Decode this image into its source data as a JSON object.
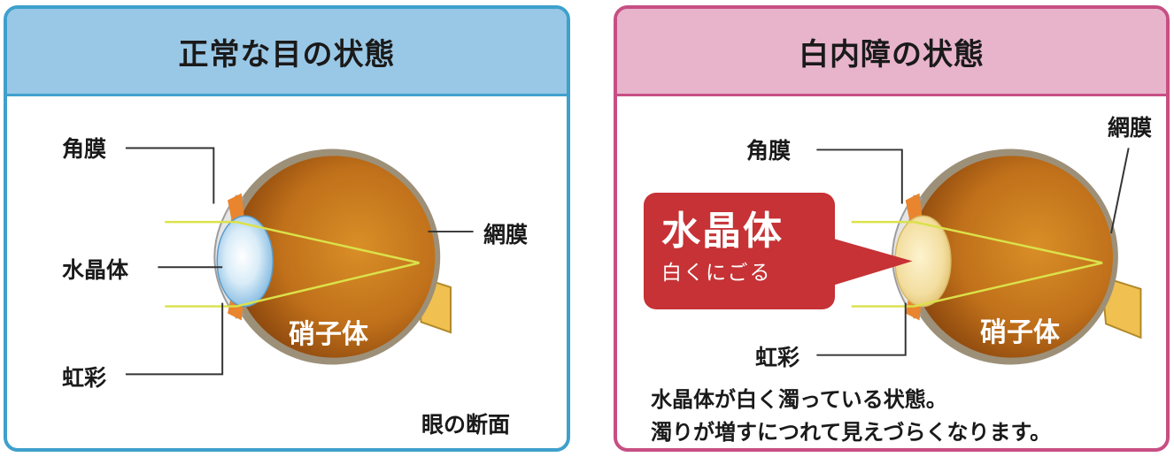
{
  "normal_panel": {
    "title": "正常な目の状態",
    "labels": {
      "cornea": "角膜",
      "lens": "水晶体",
      "iris": "虹彩",
      "retina": "網膜",
      "vitreous": "硝子体"
    },
    "caption": "眼の断面"
  },
  "cataract_panel": {
    "title": "白内障の状態",
    "labels": {
      "cornea": "角膜",
      "iris": "虹彩",
      "retina": "網膜",
      "vitreous": "硝子体"
    },
    "callout": {
      "title": "水晶体",
      "subtitle": "白くにごる"
    },
    "description": {
      "line1": "水晶体が白く濁っている状態。",
      "line2": "濁りが増すにつれて見えづらくなります。"
    }
  },
  "colors": {
    "normal_accent": "#3fa0cc",
    "normal_header": "#99c7e6",
    "cataract_accent": "#c74f84",
    "cataract_header": "#e8b4cb",
    "callout": "#c63235",
    "eyeball": "#c5781a",
    "light_rays": "#dbe14a"
  }
}
